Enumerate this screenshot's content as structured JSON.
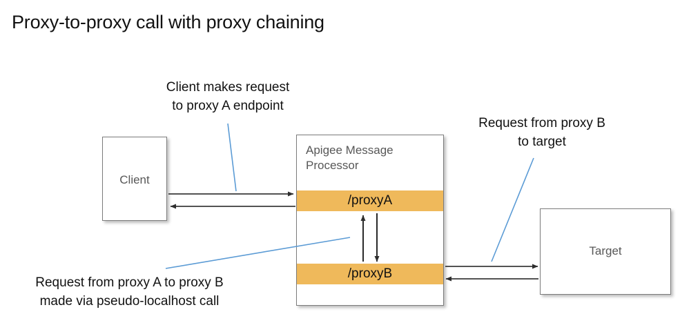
{
  "page": {
    "title": "Proxy-to-proxy call with proxy chaining",
    "background": "#ffffff"
  },
  "colors": {
    "proxy_band": "#efb95b",
    "box_border": "#7b7b7b",
    "box_fill": "#ffffff",
    "node_label": "#575757",
    "leader_line": "#5b9bd5",
    "arrow": "#3a3a3a",
    "title_text": "#111111"
  },
  "diagram": {
    "nodes": [
      {
        "id": "client",
        "label": "Client"
      },
      {
        "id": "message-processor",
        "label": "Apigee Message\nProcessor"
      },
      {
        "id": "target",
        "label": "Target"
      }
    ],
    "proxy_bands": [
      {
        "id": "proxy-a",
        "label": "/proxyA"
      },
      {
        "id": "proxy-b",
        "label": "/proxyB"
      }
    ],
    "annotations": [
      {
        "id": "client-request",
        "text": "Client makes request\nto proxy A endpoint"
      },
      {
        "id": "target-request",
        "text": "Request from proxy B\nto target"
      },
      {
        "id": "chaining-call",
        "text": "Request from proxy A to proxy B\nmade via pseudo-localhost call"
      }
    ],
    "arrows": [
      {
        "id": "client-to-proxya",
        "from": "client",
        "to": "proxy-a",
        "direction": "right"
      },
      {
        "id": "proxya-to-client",
        "from": "proxy-a",
        "to": "client",
        "direction": "left"
      },
      {
        "id": "proxya-to-proxyb",
        "from": "proxy-a",
        "to": "proxy-b",
        "direction": "down"
      },
      {
        "id": "proxyb-to-proxya",
        "from": "proxy-b",
        "to": "proxy-a",
        "direction": "up"
      },
      {
        "id": "proxyb-to-target",
        "from": "proxy-b",
        "to": "target",
        "direction": "right"
      },
      {
        "id": "target-to-proxyb",
        "from": "target",
        "to": "proxy-b",
        "direction": "left"
      }
    ]
  }
}
